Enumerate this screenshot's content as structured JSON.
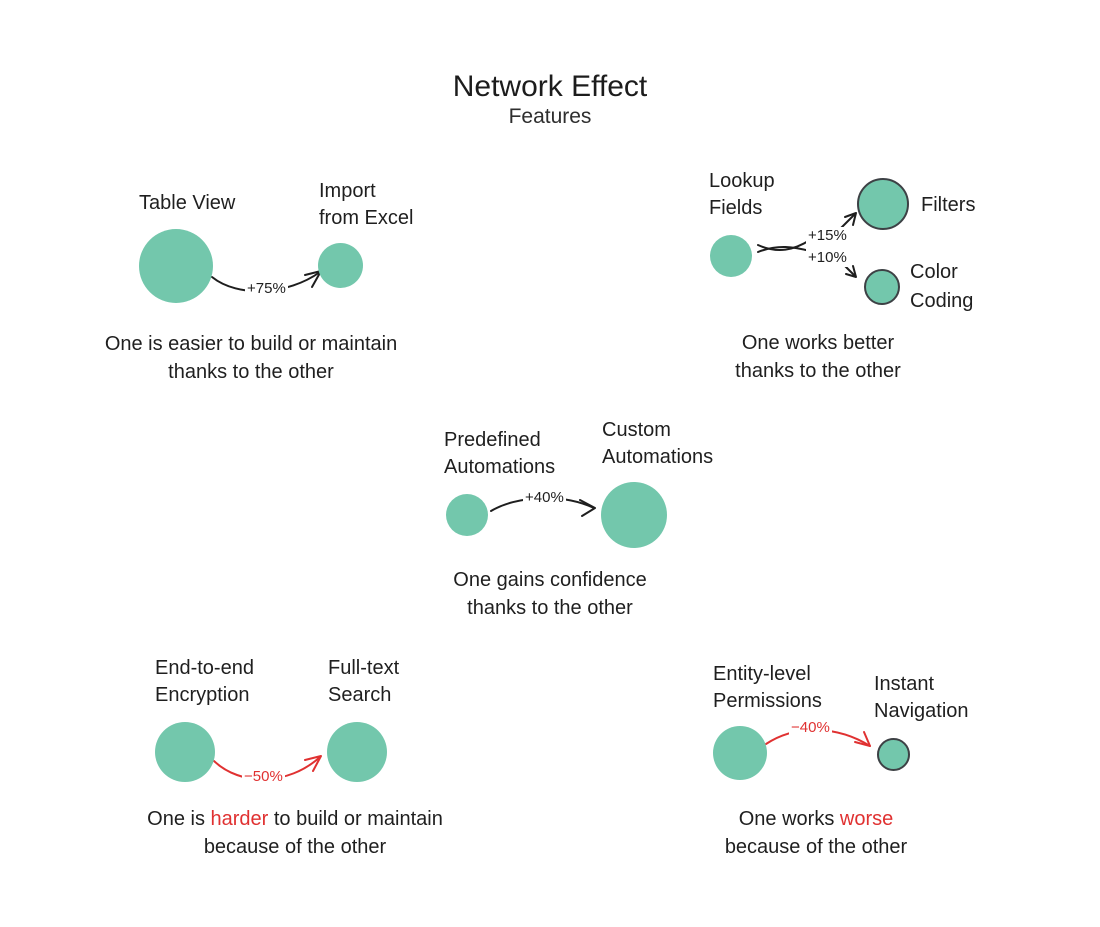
{
  "title": "Network Effect",
  "subtitle": "Features",
  "colors": {
    "node_fill": "#73c7ac",
    "node_stroke": "#3d4145",
    "arrow_positive": "#1e1e1e",
    "arrow_negative": "#e03131",
    "text": "#1f1f1f",
    "background": "#ffffff"
  },
  "groups": {
    "easier": {
      "node_a": "Table View",
      "node_b_line1": "Import",
      "node_b_line2": "from Excel",
      "edge_label": "+75%",
      "caption_line1": "One is easier to build or maintain",
      "caption_line2": "thanks to the other"
    },
    "better": {
      "node_a_line1": "Lookup",
      "node_a_line2": "Fields",
      "node_b": "Filters",
      "node_c_line1": "Color",
      "node_c_line2": "Coding",
      "edge_b_label": "+15%",
      "edge_c_label": "+10%",
      "caption_line1": "One works better",
      "caption_line2": "thanks to the other"
    },
    "confidence": {
      "node_a_line1": "Predefined",
      "node_a_line2": "Automations",
      "node_b_line1": "Custom",
      "node_b_line2": "Automations",
      "edge_label": "+40%",
      "caption_line1": "One gains confidence",
      "caption_line2": "thanks to the other"
    },
    "harder": {
      "node_a_line1": "End-to-end",
      "node_a_line2": "Encryption",
      "node_b_line1": "Full-text",
      "node_b_line2": "Search",
      "edge_label": "−50%",
      "caption_prefix": "One is ",
      "caption_highlight": "harder",
      "caption_suffix": " to build or maintain",
      "caption_line2": "because of the other"
    },
    "worse": {
      "node_a_line1": "Entity-level",
      "node_a_line2": "Permissions",
      "node_b_line1": "Instant",
      "node_b_line2": "Navigation",
      "edge_label": "−40%",
      "caption_prefix": "One works ",
      "caption_highlight": "worse",
      "caption_suffix": "",
      "caption_line2": "because of the other"
    }
  }
}
